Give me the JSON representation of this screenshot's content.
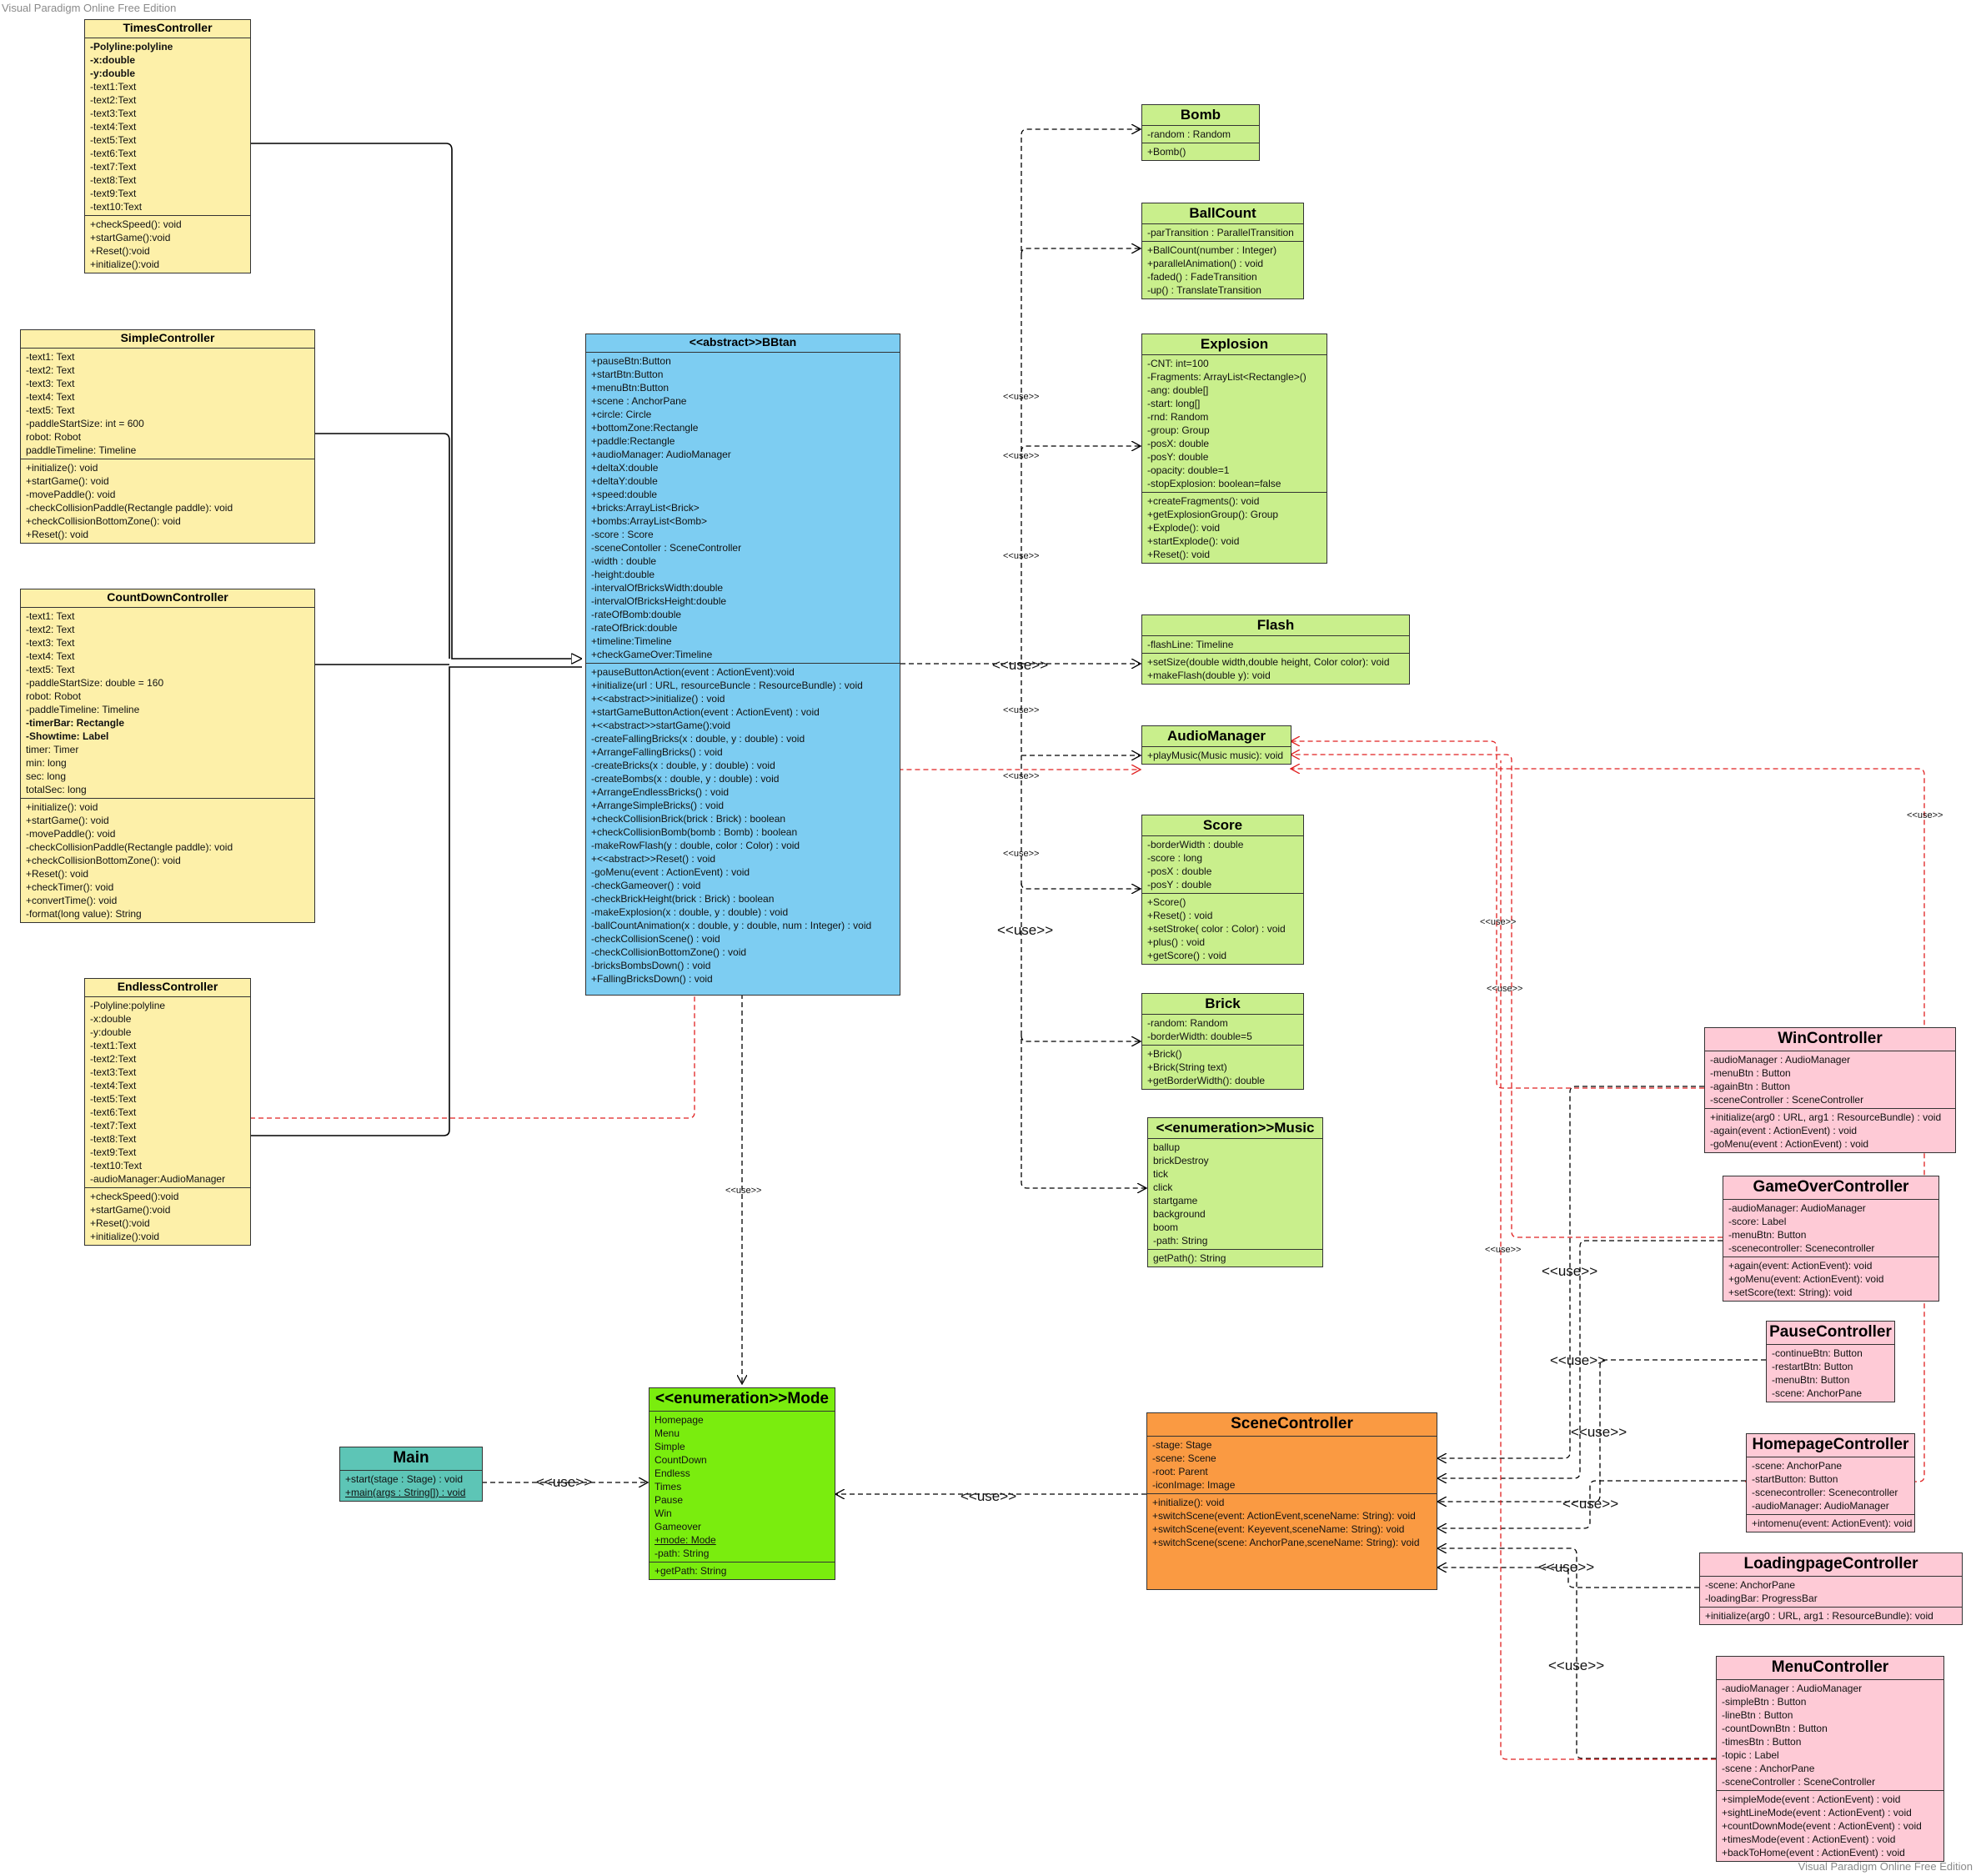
{
  "watermarks": {
    "top": "Visual Paradigm Online Free Edition",
    "bottom": "Visual Paradigm Online Free Edition"
  },
  "use_label": "<<use>>",
  "classes": [
    {
      "id": "TimesController",
      "title": "TimesController",
      "theme": "yellow",
      "title_size": "small",
      "sections": [
        [
          {
            "t": "-Polyline:polyline",
            "b": true
          },
          {
            "t": "-x:double",
            "b": true
          },
          {
            "t": "-y:double",
            "b": true
          },
          "-text1:Text",
          "-text2:Text",
          "-text3:Text",
          "-text4:Text",
          "-text5:Text",
          "-text6:Text",
          "-text7:Text",
          "-text8:Text",
          "-text9:Text",
          "-text10:Text"
        ],
        [
          "+checkSpeed(): void",
          "+startGame():void",
          "+Reset():void",
          "+initialize():void"
        ]
      ]
    },
    {
      "id": "SimpleController",
      "title": "SimpleController",
      "theme": "yellow",
      "title_size": "small",
      "sections": [
        [
          "-text1: Text",
          "-text2: Text",
          "-text3: Text",
          "-text4: Text",
          "-text5: Text",
          "-paddleStartSize: int = 600",
          "robot: Robot",
          "paddleTimeline: Timeline"
        ],
        [
          "+initialize(): void",
          "+startGame(): void",
          "-movePaddle(): void",
          "-checkCollisionPaddle(Rectangle paddle): void",
          "+checkCollisionBottomZone(): void",
          "+Reset(): void"
        ]
      ]
    },
    {
      "id": "CountDownController",
      "title": "CountDownController",
      "theme": "yellow",
      "title_size": "small",
      "sections": [
        [
          "-text1: Text",
          "-text2: Text",
          "-text3: Text",
          "-text4: Text",
          "-text5: Text",
          "-paddleStartSize: double  = 160",
          "robot: Robot",
          "-paddleTimeline: Timeline",
          {
            "t": "-timerBar: Rectangle",
            "b": true
          },
          {
            "t": "-Showtime: Label",
            "b": true
          },
          "timer: Timer",
          "min: long",
          "sec: long",
          "totalSec: long"
        ],
        [
          "+initialize(): void",
          "+startGame(): void",
          "-movePaddle(): void",
          "-checkCollisionPaddle(Rectangle paddle): void",
          "+checkCollisionBottomZone(): void",
          "+Reset(): void",
          "+checkTimer(): void",
          "+convertTime(): void",
          "-format(long value): String"
        ]
      ]
    },
    {
      "id": "EndlessController",
      "title": "EndlessController",
      "theme": "yellow",
      "title_size": "small",
      "sections": [
        [
          "-Polyline:polyline",
          "-x:double",
          "-y:double",
          "-text1:Text",
          "-text2:Text",
          "-text3:Text",
          "-text4:Text",
          "-text5:Text",
          "-text6:Text",
          "-text7:Text",
          "-text8:Text",
          "-text9:Text",
          "-text10:Text",
          "-audioManager:AudioManager"
        ],
        [
          "+checkSpeed():void",
          "+startGame():void",
          "+Reset():void",
          "+initialize():void"
        ]
      ]
    },
    {
      "id": "BBtan",
      "title": "<<abstract>>BBtan",
      "theme": "blue",
      "title_size": "small",
      "sections": [
        [
          "+pauseBtn:Button",
          "+startBtn:Button",
          "+menuBtn:Button",
          "+scene : AnchorPane",
          "+circle: Circle",
          "+bottomZone:Rectangle",
          "+paddle:Rectangle",
          "+audioManager: AudioManager",
          "+deltaX:double",
          "+deltaY:double",
          "+speed:double",
          "+bricks:ArrayList<Brick>",
          "+bombs:ArrayList<Bomb>",
          "-score : Score",
          "-sceneContoller : SceneController",
          "-width : double",
          "-height:double",
          "-intervalOfBricksWidth:double",
          "-intervalOfBricksHeight:double",
          "-rateOfBomb:double",
          "-rateOfBrick:double",
          "+timeline:Timeline",
          "+checkGameOver:Timeline"
        ],
        [
          "+pauseButtonAction(event : ActionEvent):void",
          "+initialize(url : URL, resourceBuncle : ResourceBundle) : void",
          "+<<abstract>>initialize() : void",
          "+startGameButtonAction(event : ActionEvent) : void",
          "+<<abstract>>startGame():void",
          "-createFallingBricks(x : double, y : double) : void",
          "+ArrangeFallingBricks() : void",
          "-createBricks(x : double, y : double) : void",
          "-createBombs(x : double, y : double) : void",
          "+ArrangeEndlessBricks() : void",
          "+ArrangeSimpleBricks() : void",
          "+checkCollisionBrick(brick : Brick) : boolean",
          "+checkCollisionBomb(bomb : Bomb) : boolean",
          "-makeRowFlash(y : double, color : Color) : void",
          "+<<abstract>>Reset() : void",
          "-goMenu(event : ActionEvent) : void",
          "-checkGameover() : void",
          "-checkBrickHeight(brick : Brick) : boolean",
          "-makeExplosion(x : double, y : double) : void",
          "-ballCountAnimation(x : double, y : double, num : Integer) : void",
          "-checkCollisionScene() : void",
          "-checkCollisionBottomZone() : void",
          "-bricksBombsDown() : void",
          "+FallingBricksDown() : void"
        ]
      ]
    },
    {
      "id": "Bomb",
      "title": "Bomb",
      "theme": "green",
      "title_size": "big",
      "sections": [
        [
          "-random : Random"
        ],
        [
          "+Bomb()"
        ]
      ]
    },
    {
      "id": "BallCount",
      "title": "BallCount",
      "theme": "green",
      "title_size": "big",
      "sections": [
        [
          "-parTransition : ParallelTransition"
        ],
        [
          "+BallCount(number : Integer)",
          "+parallelAnimation() : void",
          "-faded() : FadeTransition",
          "-up() : TranslateTransition"
        ]
      ]
    },
    {
      "id": "Explosion",
      "title": "Explosion",
      "theme": "green",
      "title_size": "big",
      "sections": [
        [
          "-CNT: int=100",
          "-Fragments: ArrayList<Rectangle>()",
          "-ang: double[]",
          "-start: long[]",
          "-rnd: Random",
          "-group: Group",
          "-posX: double",
          "-posY: double",
          "-opacity: double=1",
          "-stopExplosion: boolean=false"
        ],
        [
          "+createFragments(): void",
          "+getExplosionGroup(): Group",
          "+Explode(): void",
          "+startExplode(): void",
          "+Reset(): void"
        ]
      ]
    },
    {
      "id": "Flash",
      "title": "Flash",
      "theme": "green",
      "title_size": "big",
      "sections": [
        [
          "-flashLine: Timeline"
        ],
        [
          "+setSize(double width,double height, Color color): void",
          "+makeFlash(double y): void"
        ]
      ]
    },
    {
      "id": "AudioManager",
      "title": "AudioManager",
      "theme": "green",
      "title_size": "big",
      "sections": [
        [
          "+playMusic(Music music): void"
        ]
      ]
    },
    {
      "id": "Score",
      "title": "Score",
      "theme": "green",
      "title_size": "big",
      "sections": [
        [
          "-borderWidth : double",
          "-score : long",
          "-posX : double",
          "-posY : double"
        ],
        [
          "+Score()",
          "+Reset() : void",
          "+setStroke( color : Color) : void",
          "+plus() : void",
          "+getScore() : void"
        ]
      ]
    },
    {
      "id": "Brick",
      "title": "Brick",
      "theme": "green",
      "title_size": "big",
      "sections": [
        [
          "-random: Random",
          "-borderWidth: double=5"
        ],
        [
          "+Brick()",
          "+Brick(String text)",
          "+getBorderWidth(): double"
        ]
      ]
    },
    {
      "id": "Music",
      "title": "<<enumeration>>Music",
      "theme": "green",
      "title_size": "big",
      "sections": [
        [
          "ballup",
          "brickDestroy",
          "tick",
          "click",
          "startgame",
          "background",
          "boom",
          "-path: String"
        ],
        [
          "getPath(): String"
        ]
      ]
    },
    {
      "id": "Mode",
      "title": "<<enumeration>>Mode",
      "theme": "lime",
      "title_size": "big",
      "sections": [
        [
          "Homepage",
          "Menu",
          "Simple",
          "CountDown",
          "Endless",
          "Times",
          "Pause",
          "Win",
          "Gameover",
          {
            "t": "+mode: Mode",
            "u": true
          },
          "-path: String"
        ],
        [
          "+getPath: String"
        ]
      ]
    },
    {
      "id": "Main",
      "title": "Main",
      "theme": "teal",
      "title_size": "big",
      "sections": [
        [
          "+start(stage : Stage) : void",
          {
            "t": "+main(args : String[]) : void",
            "u": true
          }
        ]
      ]
    },
    {
      "id": "SceneController",
      "title": "SceneController",
      "theme": "orange",
      "title_size": "big",
      "sections": [
        [
          "-stage: Stage",
          "-scene: Scene",
          "-root: Parent",
          "-iconImage: Image"
        ],
        [
          "+initialize(): void",
          "+switchScene(event: ActionEvent,sceneName: String): void",
          "+switchScene(event: Keyevent,sceneName: String): void",
          "+switchScene(scene: AnchorPane,sceneName: String): void"
        ]
      ]
    },
    {
      "id": "WinController",
      "title": "WinController",
      "theme": "pink",
      "title_size": "big",
      "sections": [
        [
          "-audioManager : AudioManager",
          "-menuBtn : Button",
          "-againBtn : Button",
          "-sceneController : SceneController"
        ],
        [
          "+initialize(arg0 : URL, arg1 : ResourceBundle) : void",
          "-again(event : ActionEvent) : void",
          "-goMenu(event : ActionEvent) : void"
        ]
      ]
    },
    {
      "id": "GameOverController",
      "title": "GameOverController",
      "theme": "pink",
      "title_size": "big",
      "sections": [
        [
          "-audioManager: AudioManager",
          "-score: Label",
          "-menuBtn: Button",
          "-scenecontroller: Scenecontroller"
        ],
        [
          "+again(event: ActionEvent): void",
          "+goMenu(event: ActionEvent): void",
          "+setScore(text: String): void"
        ]
      ]
    },
    {
      "id": "PauseController",
      "title": "PauseController",
      "theme": "pink",
      "title_size": "big",
      "sections": [
        [
          "-continueBtn: Button",
          "-restartBtn: Button",
          "-menuBtn: Button",
          "-scene: AnchorPane"
        ]
      ]
    },
    {
      "id": "HomepageController",
      "title": "HomepageController",
      "theme": "pink",
      "title_size": "big",
      "sections": [
        [
          "-scene: AnchorPane",
          "-startButton: Button",
          "-scenecontroller: Scenecontroller",
          "-audioManager: AudioManager"
        ],
        [
          "+intomenu(event: ActionEvent): void"
        ]
      ]
    },
    {
      "id": "LoadingpageController",
      "title": "LoadingpageController",
      "theme": "pink",
      "title_size": "big",
      "sections": [
        [
          "-scene: AnchorPane",
          "-loadingBar: ProgressBar"
        ],
        [
          "+initialize(arg0 : URL, arg1 : ResourceBundle): void"
        ]
      ]
    },
    {
      "id": "MenuController",
      "title": "MenuController",
      "theme": "pink",
      "title_size": "big",
      "sections": [
        [
          "-audioManager : AudioManager",
          "-simpleBtn : Button",
          "-lineBtn : Button",
          "-countDownBtn : Button",
          "-timesBtn : Button",
          "-topic : Label",
          "-scene : AnchorPane",
          "-sceneController : SceneController"
        ],
        [
          "+simpleMode(event : ActionEvent) : void",
          "+sightLineMode(event : ActionEvent) : void",
          "+countDownMode(event : ActionEvent) : void",
          "+timesMode(event : ActionEvent) : void",
          "+backToHome(event : ActionEvent) : void"
        ]
      ]
    }
  ]
}
